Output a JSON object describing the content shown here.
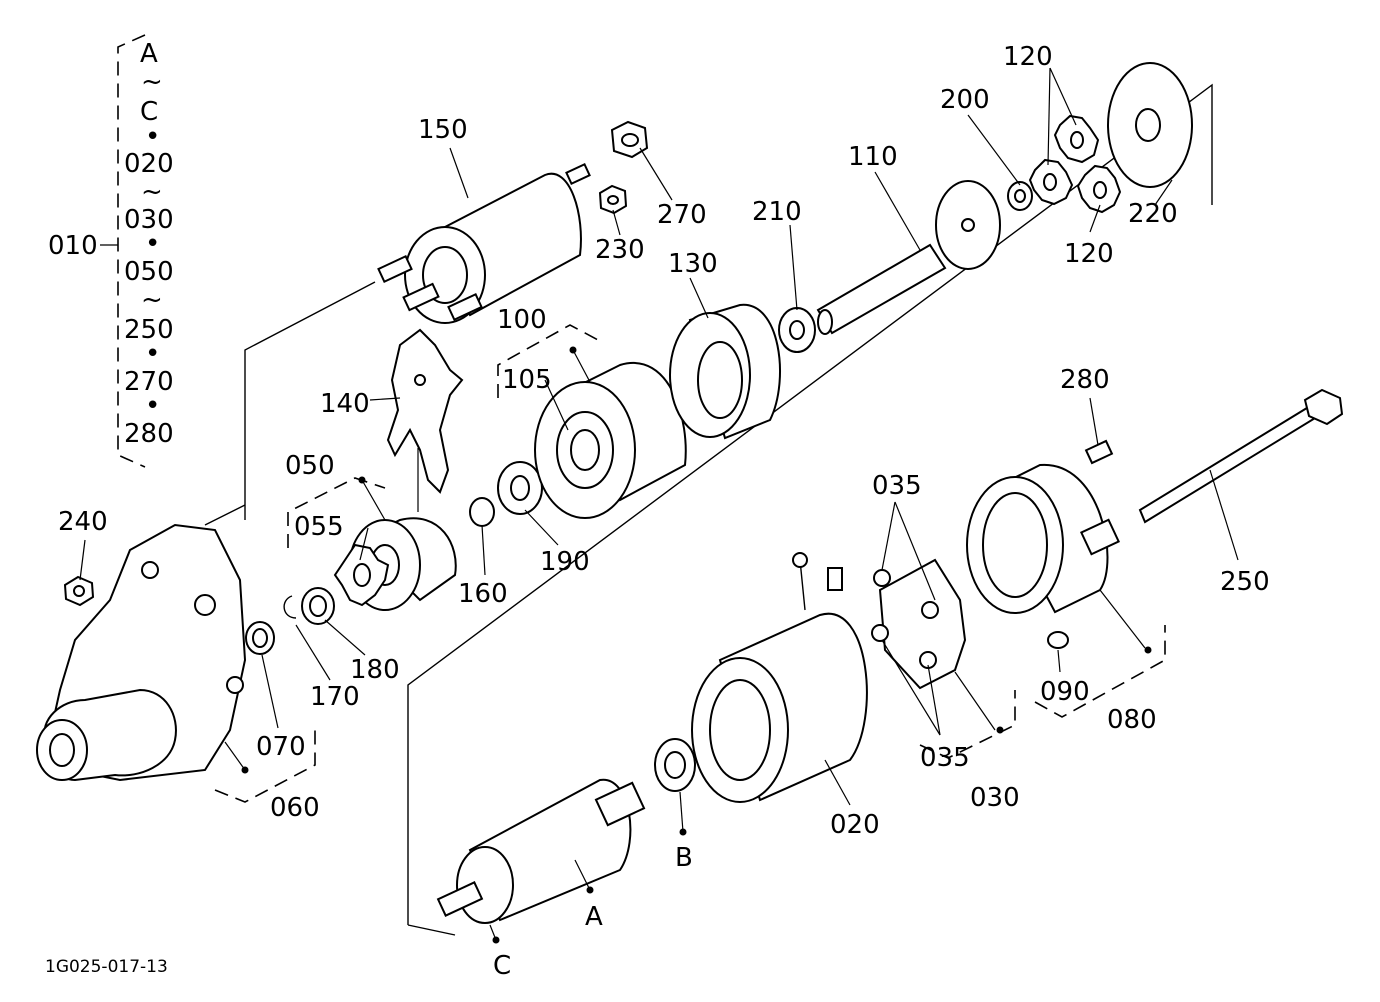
{
  "drawing_code": "1G025-017-13",
  "group": {
    "label": "010",
    "range_items": [
      "A",
      "~",
      "C",
      "•",
      "020",
      "~",
      "030",
      "•",
      "050",
      "~",
      "250",
      "•",
      "270",
      "•",
      "280"
    ]
  },
  "parts": [
    {
      "id": "p150",
      "label": "150"
    },
    {
      "id": "p270",
      "label": "270"
    },
    {
      "id": "p230",
      "label": "230"
    },
    {
      "id": "p100",
      "label": "100"
    },
    {
      "id": "p105",
      "label": "105"
    },
    {
      "id": "p130",
      "label": "130"
    },
    {
      "id": "p210",
      "label": "210"
    },
    {
      "id": "p110",
      "label": "110"
    },
    {
      "id": "p200",
      "label": "200"
    },
    {
      "id": "p120a",
      "label": "120"
    },
    {
      "id": "p120b",
      "label": "120"
    },
    {
      "id": "p220",
      "label": "220"
    },
    {
      "id": "p140",
      "label": "140"
    },
    {
      "id": "p050",
      "label": "050"
    },
    {
      "id": "p055",
      "label": "055"
    },
    {
      "id": "p160",
      "label": "160"
    },
    {
      "id": "p190",
      "label": "190"
    },
    {
      "id": "p240",
      "label": "240"
    },
    {
      "id": "p180",
      "label": "180"
    },
    {
      "id": "p170",
      "label": "170"
    },
    {
      "id": "p070",
      "label": "070"
    },
    {
      "id": "p060",
      "label": "060"
    },
    {
      "id": "p280",
      "label": "280"
    },
    {
      "id": "p035a",
      "label": "035"
    },
    {
      "id": "p035b",
      "label": "035"
    },
    {
      "id": "p250",
      "label": "250"
    },
    {
      "id": "p090",
      "label": "090"
    },
    {
      "id": "p080",
      "label": "080"
    },
    {
      "id": "p030",
      "label": "030"
    },
    {
      "id": "p020",
      "label": "020"
    },
    {
      "id": "pB",
      "label": "B"
    },
    {
      "id": "pA",
      "label": "A"
    },
    {
      "id": "pC",
      "label": "C"
    }
  ]
}
